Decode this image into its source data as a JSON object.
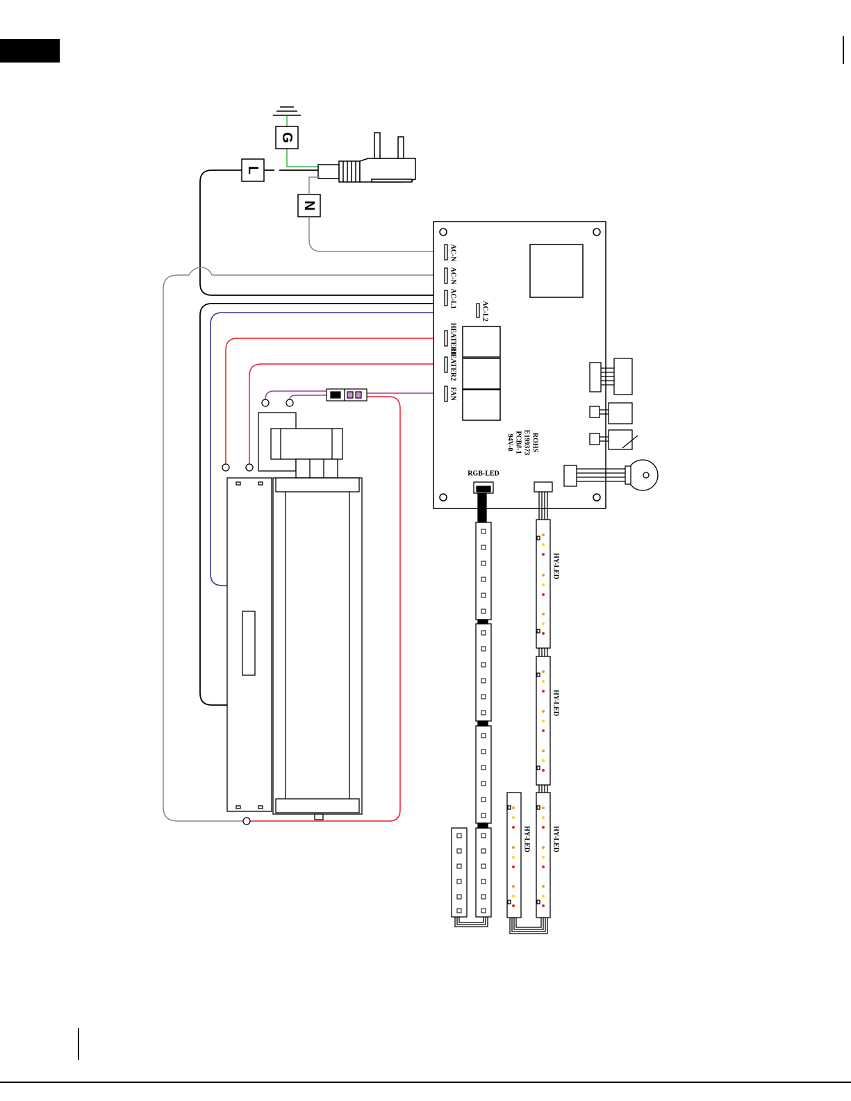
{
  "terminals": {
    "ground": "G",
    "line": "L",
    "neutral": "N"
  },
  "board_pins": {
    "ac_n_top": "AC-N",
    "ac_n_mid": "AC-N",
    "ac_l1": "AC-L1",
    "ac_l2": "AC-L2",
    "heater1": "HEATER1",
    "heater2": "HEATER2",
    "fan": "FAN",
    "rgb_led": "RGB-LED"
  },
  "board_marking": [
    "ROHS",
    "E199373",
    "PCB#-1",
    "94V-0"
  ],
  "led_strip_labels": {
    "strip_1": "HY-LED",
    "strip_2": "HY-LED",
    "strip_3": "HY-LED",
    "strip_4": "HY-LED"
  },
  "colors": {
    "black_wire": "#000000",
    "gray_wire": "#888888",
    "green_wire": "#39b54a",
    "blue_wire": "#2e3192",
    "red_wire": "#ed1c24",
    "purple_wire": "#a03ca0",
    "led_yellow": "#f7d51d",
    "led_red": "#e2262c",
    "led_orange": "#f39a2b"
  }
}
